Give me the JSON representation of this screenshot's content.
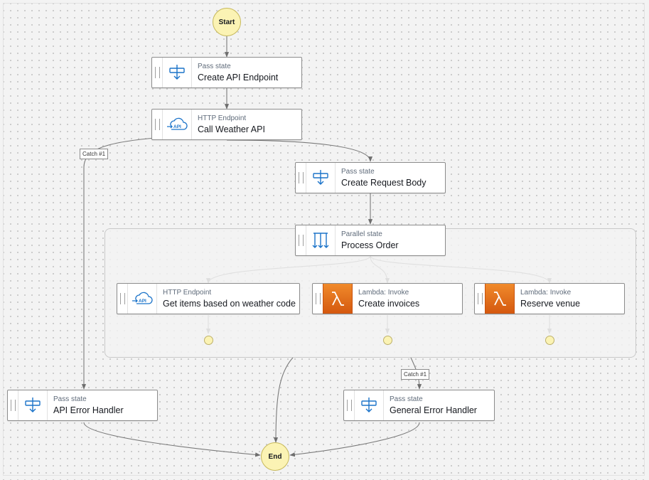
{
  "start_label": "Start",
  "end_label": "End",
  "catch_labels": [
    "Catch #1",
    "Catch #1"
  ],
  "states": {
    "create_api_endpoint": {
      "type": "Pass state",
      "name": "Create API Endpoint",
      "icon": "pass-state-icon"
    },
    "call_weather_api": {
      "type": "HTTP Endpoint",
      "name": "Call Weather API",
      "icon": "api-cloud-icon"
    },
    "create_request_body": {
      "type": "Pass state",
      "name": "Create Request Body",
      "icon": "pass-state-icon"
    },
    "process_order": {
      "type": "Parallel state",
      "name": "Process Order",
      "icon": "parallel-state-icon"
    },
    "get_items": {
      "type": "HTTP Endpoint",
      "name": "Get items based on weather code",
      "icon": "api-cloud-icon"
    },
    "create_invoices": {
      "type": "Lambda: Invoke",
      "name": "Create invoices",
      "icon": "lambda-icon"
    },
    "reserve_venue": {
      "type": "Lambda: Invoke",
      "name": "Reserve venue",
      "icon": "lambda-icon"
    },
    "api_error_handler": {
      "type": "Pass state",
      "name": "API Error Handler",
      "icon": "pass-state-icon"
    },
    "general_error_handler": {
      "type": "Pass state",
      "name": "General Error Handler",
      "icon": "pass-state-icon"
    }
  },
  "colors": {
    "icon_blue": "#1b73c9",
    "lambda_orange": "#e0691a",
    "terminal_fill": "#fbf3b4",
    "edge": "#7a7a7a"
  }
}
